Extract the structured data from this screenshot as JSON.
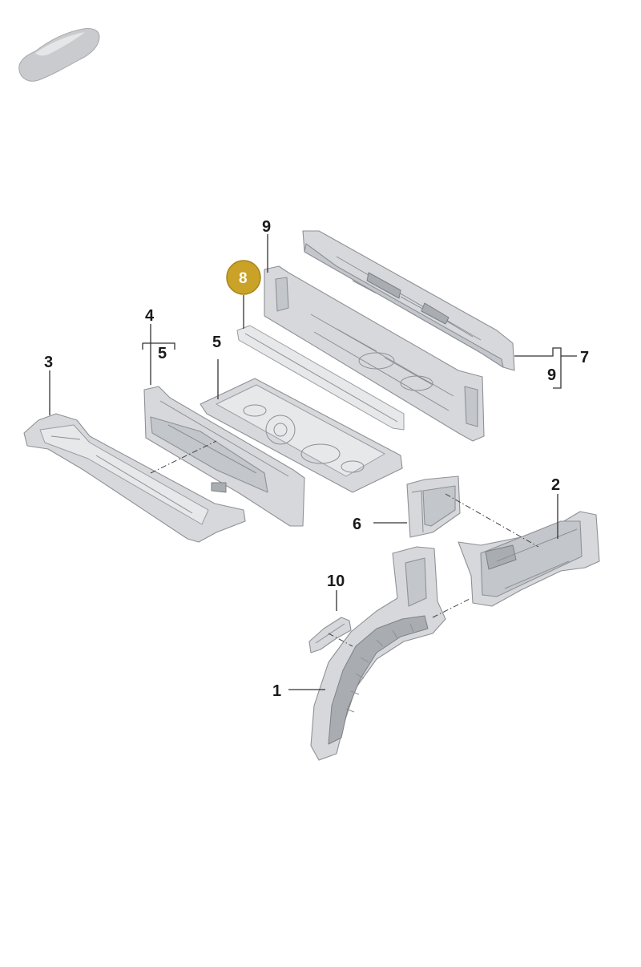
{
  "callouts": {
    "c1": "1",
    "c2": "2",
    "c3": "3",
    "c4": "4",
    "c4_sub": "5",
    "c5": "5",
    "c6": "6",
    "c7": "7",
    "c7_sub": "9",
    "c8": "8",
    "c9": "9",
    "c10": "10"
  },
  "colors": {
    "highlight": "#c9a227",
    "part_fill": "#d6d8db",
    "label": "#1a1a1a"
  },
  "icons": {
    "vehicle": "car-silhouette-icon"
  }
}
